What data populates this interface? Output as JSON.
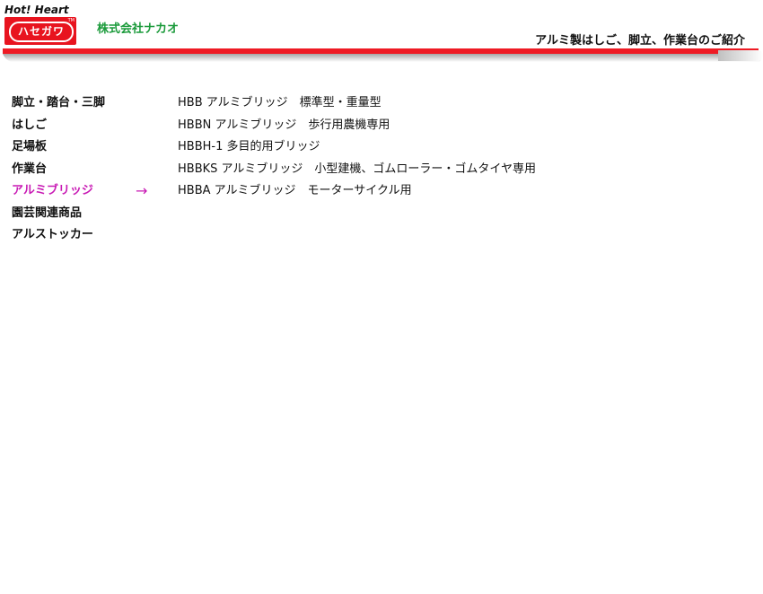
{
  "header": {
    "logo_tagline": "Hot! Heart",
    "logo_text": "ハセガワ",
    "company_name": "株式会社ナカオ",
    "page_heading": "アルミ製はしご、脚立、作業台のご紹介"
  },
  "nav": {
    "items": [
      {
        "label": "脚立・踏台・三脚"
      },
      {
        "label": "はしご"
      },
      {
        "label": "足場板"
      },
      {
        "label": "作業台"
      },
      {
        "label": "アルミブリッジ"
      },
      {
        "label": "園芸関連商品"
      },
      {
        "label": "アルストッカー"
      }
    ],
    "active_index": 4,
    "arrow": "→"
  },
  "products": {
    "items": [
      {
        "label": "HBB アルミブリッジ　標準型・重量型"
      },
      {
        "label": "HBBN アルミブリッジ　歩行用農機専用"
      },
      {
        "label": "HBBH-1 多目的用ブリッジ"
      },
      {
        "label": "HBBKS アルミブリッジ　小型建機、ゴムローラー・ゴムタイヤ専用"
      },
      {
        "label": "HBBA アルミブリッジ　モーターサイクル用"
      }
    ]
  },
  "colors": {
    "accent_red": "#ee1b24",
    "company_green": "#1a9a3a",
    "active_magenta": "#c81ab4"
  }
}
